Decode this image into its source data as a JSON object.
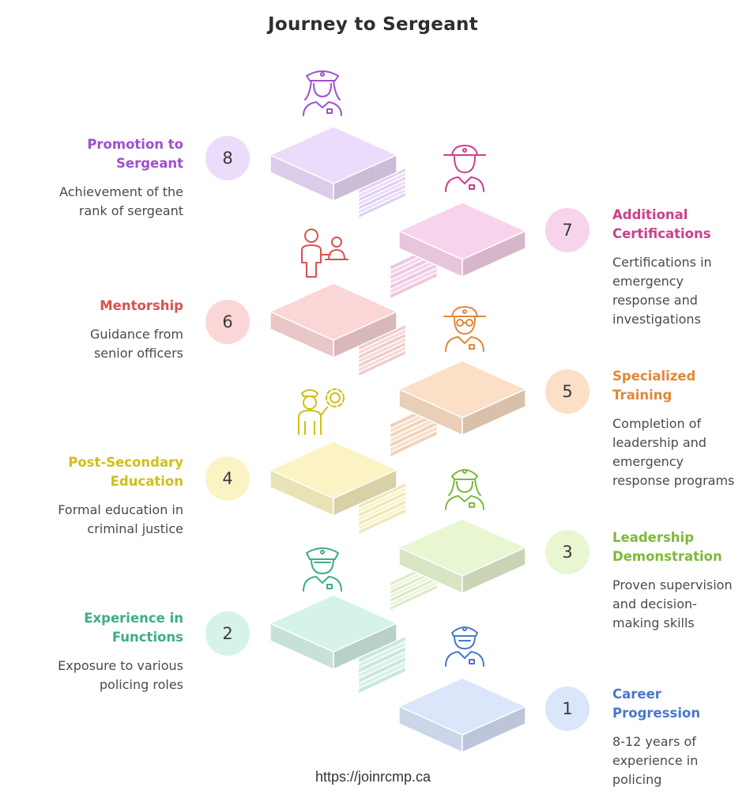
{
  "title": "Journey to Sergeant",
  "source": "https://joinrcmp.ca",
  "steps": [
    {
      "number": "1",
      "title": "Career Progression",
      "desc": "8-12 years of experience in policing",
      "color": "#4a78cc",
      "fill": "#dbe6fb",
      "icon": "police-officer-icon"
    },
    {
      "number": "2",
      "title": "Experience in Functions",
      "desc": "Exposure to various policing roles",
      "color": "#3fae80",
      "fill": "#d5f3e6",
      "icon": "police-officer-icon"
    },
    {
      "number": "3",
      "title": "Leadership Demonstration",
      "desc": "Proven supervision and decision-making skills",
      "color": "#7fb83a",
      "fill": "#e8f6d2",
      "icon": "female-police-officer-icon"
    },
    {
      "number": "4",
      "title": "Post-Secondary Education",
      "desc": "Formal education in criminal justice",
      "color": "#cfbf1a",
      "fill": "#fbf3c3",
      "icon": "officer-with-gear-icon"
    },
    {
      "number": "5",
      "title": "Specialized Training",
      "desc": "Completion of leadership and emergency response programs",
      "color": "#e0883a",
      "fill": "#fbdfc6",
      "icon": "police-officer-with-glasses-icon"
    },
    {
      "number": "6",
      "title": "Mentorship",
      "desc": "Guidance from senior officers",
      "color": "#d9514f",
      "fill": "#fbd6d6",
      "icon": "mentor-and-student-icon"
    },
    {
      "number": "7",
      "title": "Additional Certifications",
      "desc": "Certifications in emergency response and investigations",
      "color": "#cc3f8a",
      "fill": "#f8d4ec",
      "icon": "sheriff-officer-icon"
    },
    {
      "number": "8",
      "title": "Promotion to Sergeant",
      "desc": "Achievement of the rank of sergeant",
      "color": "#a04fd0",
      "fill": "#ebdcfb",
      "icon": "female-police-officer-icon"
    }
  ]
}
